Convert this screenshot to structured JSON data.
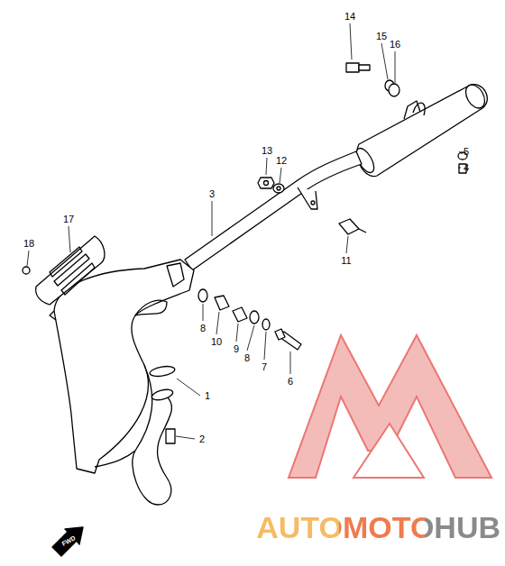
{
  "diagram": {
    "labels": [
      "14",
      "15",
      "16",
      "13",
      "12",
      "5",
      "4",
      "3",
      "11",
      "17",
      "18",
      "8",
      "10",
      "9",
      "8",
      "7",
      "6",
      "1",
      "2",
      "FWD",
      "AUTOMOTOHUB"
    ]
  }
}
